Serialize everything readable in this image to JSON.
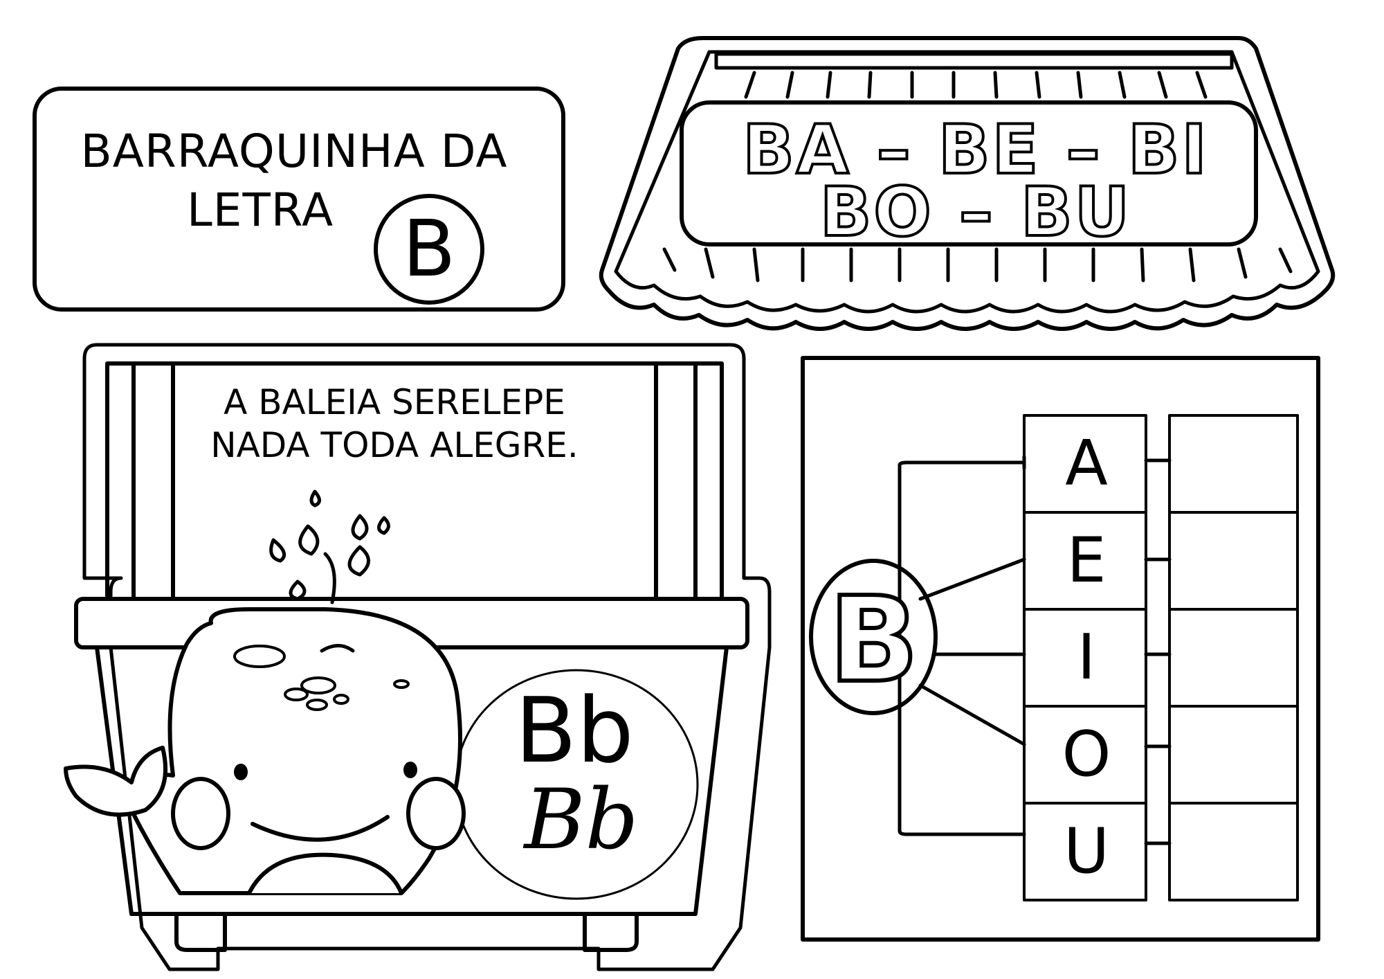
{
  "title_card": {
    "line1": "BARRAQUINHA DA",
    "line2": "LETRA",
    "letter": "B"
  },
  "awning": {
    "syllables_line1": "BA – BE – BI",
    "syllables_line2": "BO – BU"
  },
  "stall": {
    "sentence_line1": "A BALEIA SERELEPE",
    "sentence_line2": "NADA TODA ALEGRE.",
    "print_letters": "Bb",
    "cursive_letters": "Bb"
  },
  "syllable_tree": {
    "root_letter": "B",
    "vowels": [
      "A",
      "E",
      "I",
      "O",
      "U"
    ]
  }
}
